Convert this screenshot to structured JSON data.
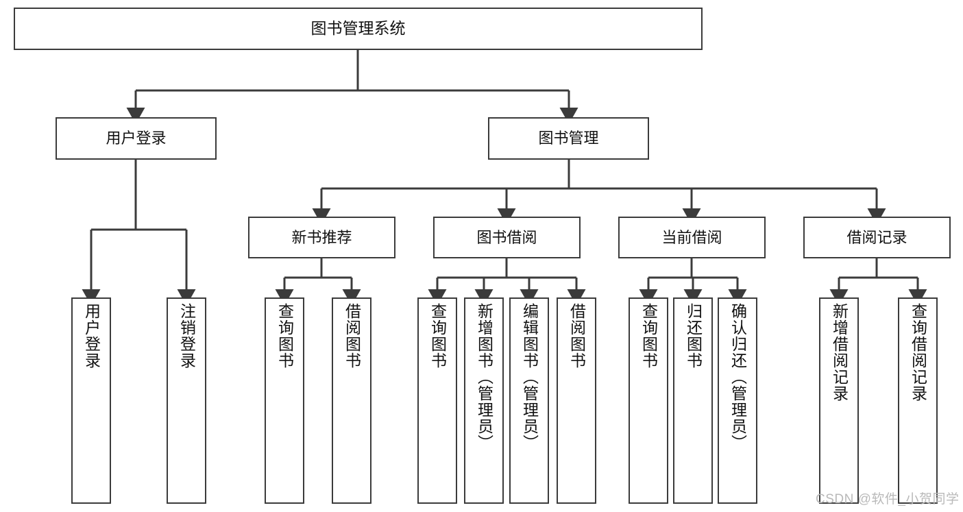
{
  "diagram": {
    "type": "tree",
    "title": "图书管理系统",
    "watermark": "CSDN @软件_小贺同学",
    "colors": {
      "box_border": "#3b3b3b",
      "box_fill": "#ffffff",
      "connector": "#3b3b3b",
      "text": "#111111",
      "watermark": "#b9b9b9"
    },
    "root": {
      "label": "图书管理系统"
    },
    "level2": [
      {
        "id": "user-login",
        "label": "用户登录"
      },
      {
        "id": "book-manage",
        "label": "图书管理"
      }
    ],
    "level3": [
      {
        "id": "new-book-recommend",
        "label": "新书推荐"
      },
      {
        "id": "book-borrow",
        "label": "图书借阅"
      },
      {
        "id": "current-borrow",
        "label": "当前借阅"
      },
      {
        "id": "borrow-record",
        "label": "借阅记录"
      }
    ],
    "leaves": {
      "user_login": [
        {
          "id": "leaf-user-login",
          "label": "用户登录"
        },
        {
          "id": "leaf-logout-login",
          "label": "注销登录"
        }
      ],
      "new_book_recommend": [
        {
          "id": "leaf-query-book-1",
          "label": "查询图书"
        },
        {
          "id": "leaf-borrow-book-1",
          "label": "借阅图书"
        }
      ],
      "book_borrow": [
        {
          "id": "leaf-query-book-2",
          "label": "查询图书"
        },
        {
          "id": "leaf-add-book-admin",
          "label": "新增图书（管理员）"
        },
        {
          "id": "leaf-edit-book-admin",
          "label": "编辑图书（管理员）"
        },
        {
          "id": "leaf-borrow-book-2",
          "label": "借阅图书"
        }
      ],
      "current_borrow": [
        {
          "id": "leaf-query-book-3",
          "label": "查询图书"
        },
        {
          "id": "leaf-return-book",
          "label": "归还图书"
        },
        {
          "id": "leaf-confirm-return-admin",
          "label": "确认归还（管理员）"
        }
      ],
      "borrow_record": [
        {
          "id": "leaf-add-borrow-record",
          "label": "新增借阅记录"
        },
        {
          "id": "leaf-query-borrow-record",
          "label": "查询借阅记录"
        }
      ]
    }
  }
}
